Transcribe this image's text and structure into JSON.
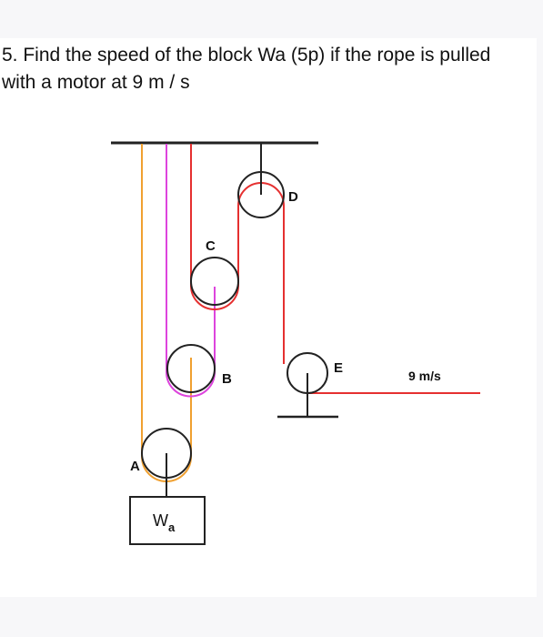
{
  "question": {
    "text": "5. Find the speed of the block Wa (5p) if the rope is pulled with a motor at 9 m / s"
  },
  "diagram": {
    "labels": {
      "A": "A",
      "B": "B",
      "C": "C",
      "D": "D",
      "E": "E",
      "block_main": "W",
      "block_sub": "a",
      "speed": "9 m/s"
    },
    "colors": {
      "orange_rope": "#f0a030",
      "magenta_rope": "#dd44dd",
      "red_rope": "#e53030",
      "structure": "#222222"
    }
  }
}
